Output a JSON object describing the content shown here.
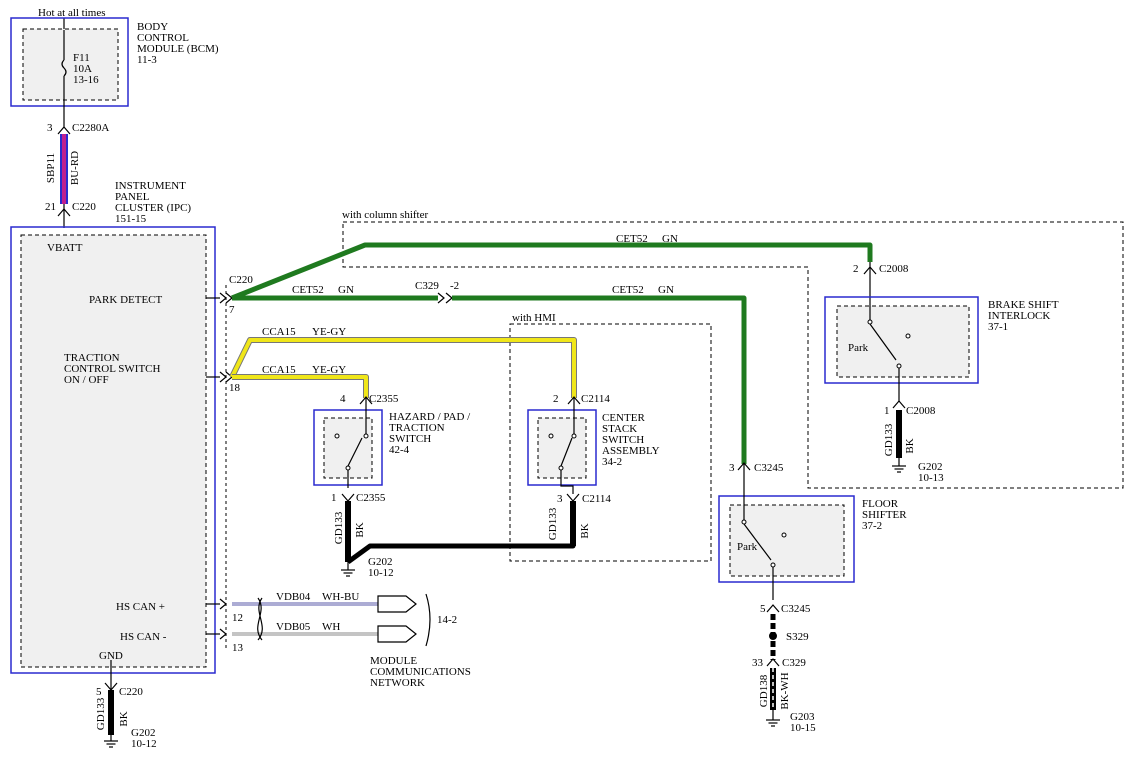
{
  "header": {
    "hot": "Hot at all times"
  },
  "bcm": {
    "l1": "BODY",
    "l2": "CONTROL",
    "l3": "MODULE (BCM)",
    "l4": "11-3",
    "fuse": "F11",
    "amps": "10A",
    "fpage": "13-16"
  },
  "c2280a": {
    "pin": "3",
    "name": "C2280A"
  },
  "sbp11": {
    "circuit": "SBP11",
    "color": "BU-RD"
  },
  "c220top": {
    "pin": "21",
    "name": "C220"
  },
  "ipc": {
    "l1": "INSTRUMENT",
    "l2": "PANEL",
    "l3": "CLUSTER (IPC)",
    "l4": "151-15",
    "vbatt": "VBATT",
    "park": "PARK DETECT",
    "tr1": "TRACTION",
    "tr2": "CONTROL SWITCH",
    "tr3": "ON / OFF",
    "hscp": "HS CAN +",
    "hscm": "HS CAN -",
    "gnd": "GND"
  },
  "c220mid": {
    "name": "C220",
    "pin7": "7",
    "pin18": "18",
    "pin12": "12",
    "pin13": "13"
  },
  "column": {
    "label": "with column shifter"
  },
  "hmi": {
    "label": "with HMI"
  },
  "cet_top": {
    "circuit": "CET52",
    "color": "GN"
  },
  "cet_mid1": {
    "circuit": "CET52",
    "color": "GN"
  },
  "cet_mid2": {
    "circuit": "CET52",
    "color": "GN"
  },
  "c329a": {
    "name": "C329",
    "pin": "-2"
  },
  "cca_top": {
    "circuit": "CCA15",
    "color": "YE-GY"
  },
  "cca_bot": {
    "circuit": "CCA15",
    "color": "YE-GY"
  },
  "c2008t": {
    "pin": "2",
    "name": "C2008"
  },
  "c2008b": {
    "pin": "1",
    "name": "C2008"
  },
  "bsi": {
    "l1": "BRAKE SHIFT",
    "l2": "INTERLOCK",
    "l3": "37-1",
    "park": "Park"
  },
  "gd133a": {
    "circuit": "GD133",
    "color": "BK"
  },
  "g202a": {
    "name": "G202",
    "page": "10-13"
  },
  "c2355t": {
    "pin": "4",
    "name": "C2355"
  },
  "c2355b": {
    "pin": "1",
    "name": "C2355"
  },
  "hazard": {
    "l1": "HAZARD / PAD /",
    "l2": "TRACTION",
    "l3": "SWITCH",
    "l4": "42-4"
  },
  "gd133b": {
    "circuit": "GD133",
    "color": "BK"
  },
  "g202b": {
    "name": "G202",
    "page": "10-12"
  },
  "c2114t": {
    "pin": "2",
    "name": "C2114"
  },
  "c2114b": {
    "pin": "3",
    "name": "C2114"
  },
  "stack": {
    "l1": "CENTER",
    "l2": "STACK",
    "l3": "SWITCH",
    "l4": "ASSEMBLY",
    "l5": "34-2"
  },
  "gd133c": {
    "circuit": "GD133",
    "color": "BK"
  },
  "c3245t": {
    "pin": "3",
    "name": "C3245"
  },
  "c3245b": {
    "pin": "5",
    "name": "C3245"
  },
  "floor": {
    "l1": "FLOOR",
    "l2": "SHIFTER",
    "l3": "37-2",
    "park": "Park"
  },
  "s329": {
    "name": "S329"
  },
  "c329b": {
    "pin": "33",
    "name": "C329"
  },
  "gd138": {
    "circuit": "GD138",
    "color": "BK-WH"
  },
  "g203": {
    "name": "G203",
    "page": "10-15"
  },
  "vdb04": {
    "circuit": "VDB04",
    "color": "WH-BU"
  },
  "vdb05": {
    "circuit": "VDB05",
    "color": "WH"
  },
  "network": {
    "page": "14-2",
    "l1": "MODULE",
    "l2": "COMMUNICATIONS",
    "l3": "NETWORK"
  },
  "c220bot": {
    "pin": "5",
    "name": "C220"
  },
  "gd133d": {
    "circuit": "GD133",
    "color": "BK"
  },
  "g202c": {
    "name": "G202",
    "page": "10-12"
  },
  "colors": {
    "green": "#1f7a1f",
    "yellow": "#f0e619",
    "bure": "#c0208f",
    "blue": "#2a2acf"
  }
}
